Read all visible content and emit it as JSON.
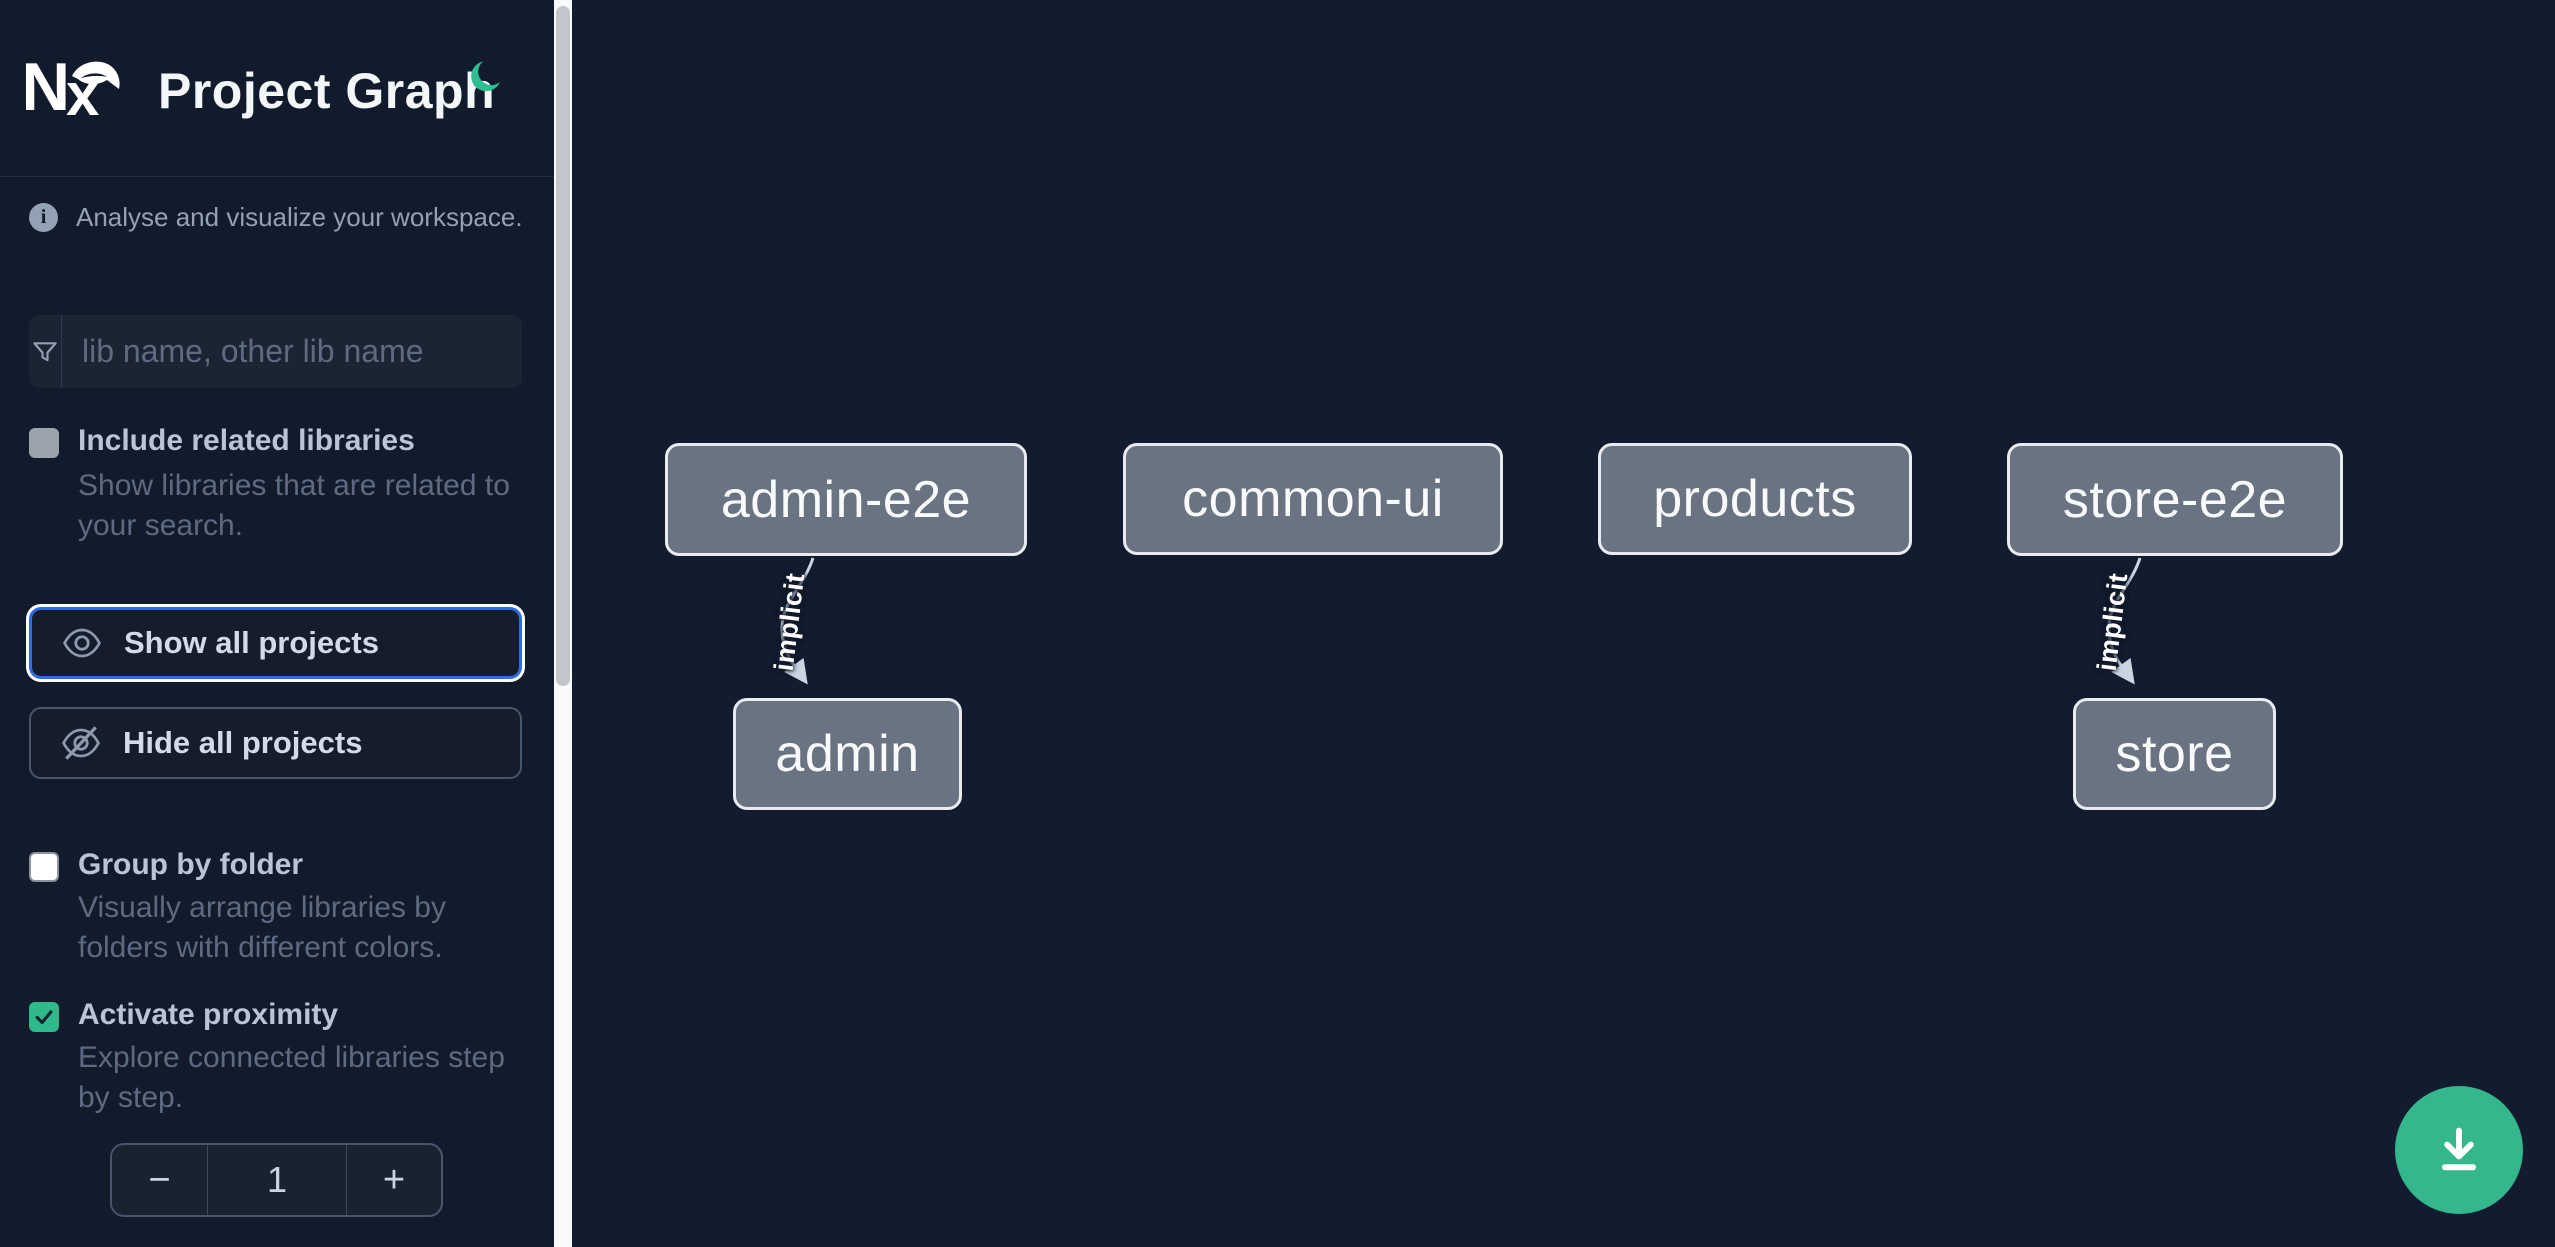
{
  "header": {
    "title": "Project Graph",
    "logo": "nx-logo",
    "theme_toggle_icon": "moon-icon"
  },
  "sidebar": {
    "intro": "Analyse and visualize your workspace.",
    "filter": {
      "placeholder": "lib name, other lib name",
      "value": "",
      "icon": "funnel-icon"
    },
    "buttons": [
      {
        "label": "Show all projects",
        "icon": "eye-icon",
        "focused": true
      },
      {
        "label": "Hide all projects",
        "icon": "eye-off-icon",
        "focused": false
      }
    ],
    "toggles": [
      {
        "label": "Include related libraries",
        "description": "Show libraries that are related to\nyour search.",
        "checked": false,
        "style": "gray"
      },
      {
        "label": "Group by folder",
        "description": "Visually arrange libraries by\nfolders with different colors.",
        "checked": false,
        "style": "white"
      },
      {
        "label": "Activate proximity",
        "description": "Explore connected libraries step\nby step.",
        "checked": true,
        "style": "green"
      }
    ],
    "stepper": {
      "decrement": "−",
      "value": "1",
      "increment": "+"
    }
  },
  "graph": {
    "nodes": [
      {
        "label": "admin-e2e"
      },
      {
        "label": "common-ui"
      },
      {
        "label": "products"
      },
      {
        "label": "store-e2e"
      },
      {
        "label": "admin"
      },
      {
        "label": "store"
      }
    ],
    "edges": [
      {
        "from": "admin-e2e",
        "to": "admin",
        "label": "implicit"
      },
      {
        "from": "store-e2e",
        "to": "store",
        "label": "implicit"
      }
    ]
  },
  "fab": {
    "icon": "download-icon"
  },
  "colors": {
    "accent_green": "#35b78e",
    "focus_blue": "#2e6ce2",
    "node_fill": "#6a7381",
    "node_border": "#e8ecf1",
    "sidebar_bg": "#121b2c",
    "canvas_bg": "#131c2e",
    "muted_text": "#5c6b81",
    "label_text": "#b9c5d4"
  }
}
